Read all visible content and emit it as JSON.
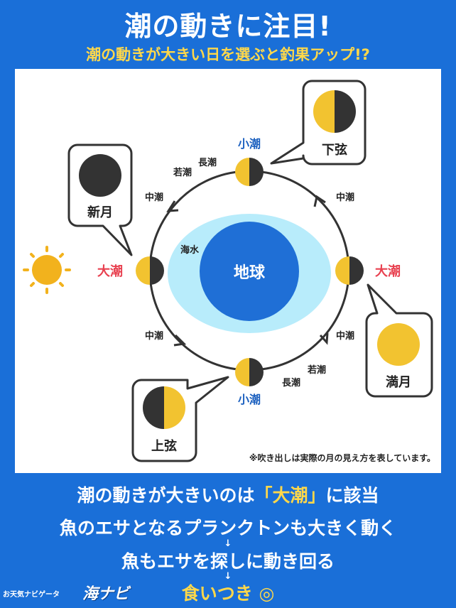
{
  "header": {
    "title": "潮の動きに注目!",
    "subtitle": "潮の動きが大きい日を選ぶと釣果アップ!?"
  },
  "diagram": {
    "earth_label": "地球",
    "sea_label": "海水",
    "spring_tide": "大潮",
    "neap_tide": "小潮",
    "middle_tide": "中潮",
    "long_tide": "長潮",
    "young_tide": "若潮",
    "new_moon": "新月",
    "full_moon": "満月",
    "first_quarter": "上弦",
    "last_quarter": "下弦",
    "note": "※吹き出しは実際の月の見え方を表しています。",
    "colors": {
      "moon_light": "#f2c330",
      "moon_dark": "#333333",
      "earth": "#1f6fd6",
      "sea": "#b8ecfb",
      "sun": "#f2b21d",
      "spring_label": "#e8404f",
      "neap_label": "#1a5fbf"
    }
  },
  "bottom": {
    "line1_pre": "潮の動きが大きいのは",
    "line1_hl": "「大潮」",
    "line1_post": "に該当",
    "line2": "魚のエサとなるプランクトンも大きく動く",
    "arrow": "↓",
    "line3": "魚もエサを探しに動き回る",
    "line4": "食いつき ◎"
  },
  "footer": {
    "brand_small": "お天気ナビゲータ",
    "brand_logo": "海ナビ"
  }
}
